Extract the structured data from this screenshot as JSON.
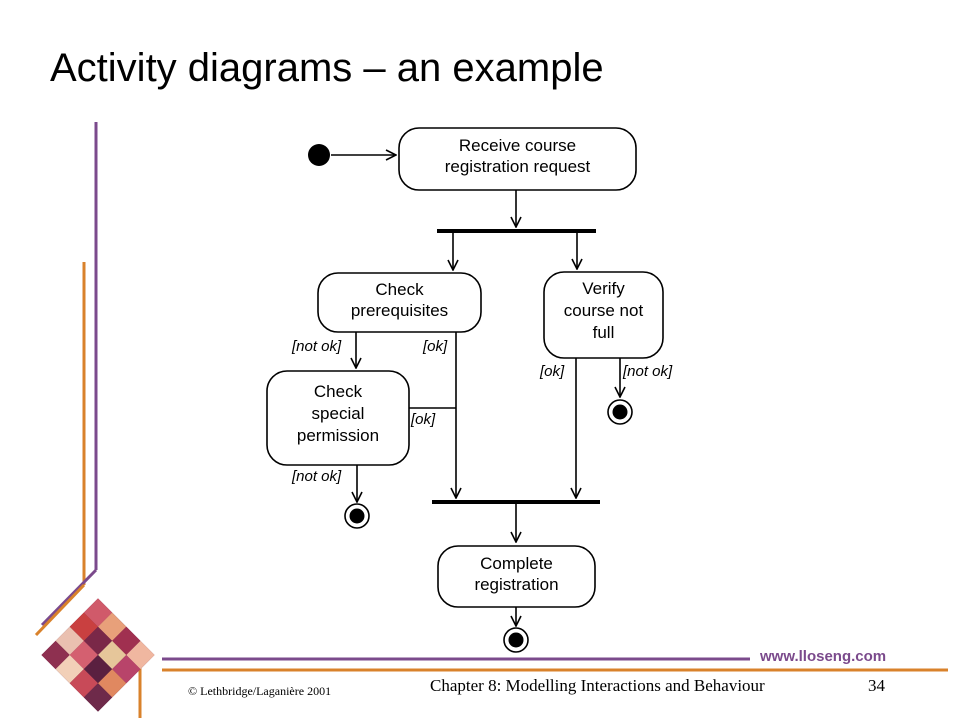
{
  "slide": {
    "title": "Activity diagrams – an example",
    "website": "www.lloseng.com",
    "copyright": "© Lethbridge/Laganière 2001",
    "chapter": "Chapter 8: Modelling Interactions and Behaviour",
    "page_number": "34",
    "colors": {
      "purple": "#7b4a8c",
      "orange": "#d9822b"
    }
  },
  "diagram": {
    "activities": {
      "receive": [
        "Receive course",
        "registration request"
      ],
      "check_prereq": [
        "Check",
        "prerequisites"
      ],
      "verify": [
        "Verify",
        "course not",
        "full"
      ],
      "check_special": [
        "Check",
        "special",
        "permission"
      ],
      "complete": [
        "Complete",
        "registration"
      ]
    },
    "guards": {
      "prereq_not_ok": "[not ok]",
      "prereq_ok": "[ok]",
      "special_ok": "[ok]",
      "special_not_ok": "[not ok]",
      "verify_ok": "[ok]",
      "verify_not_ok": "[not ok]"
    }
  }
}
